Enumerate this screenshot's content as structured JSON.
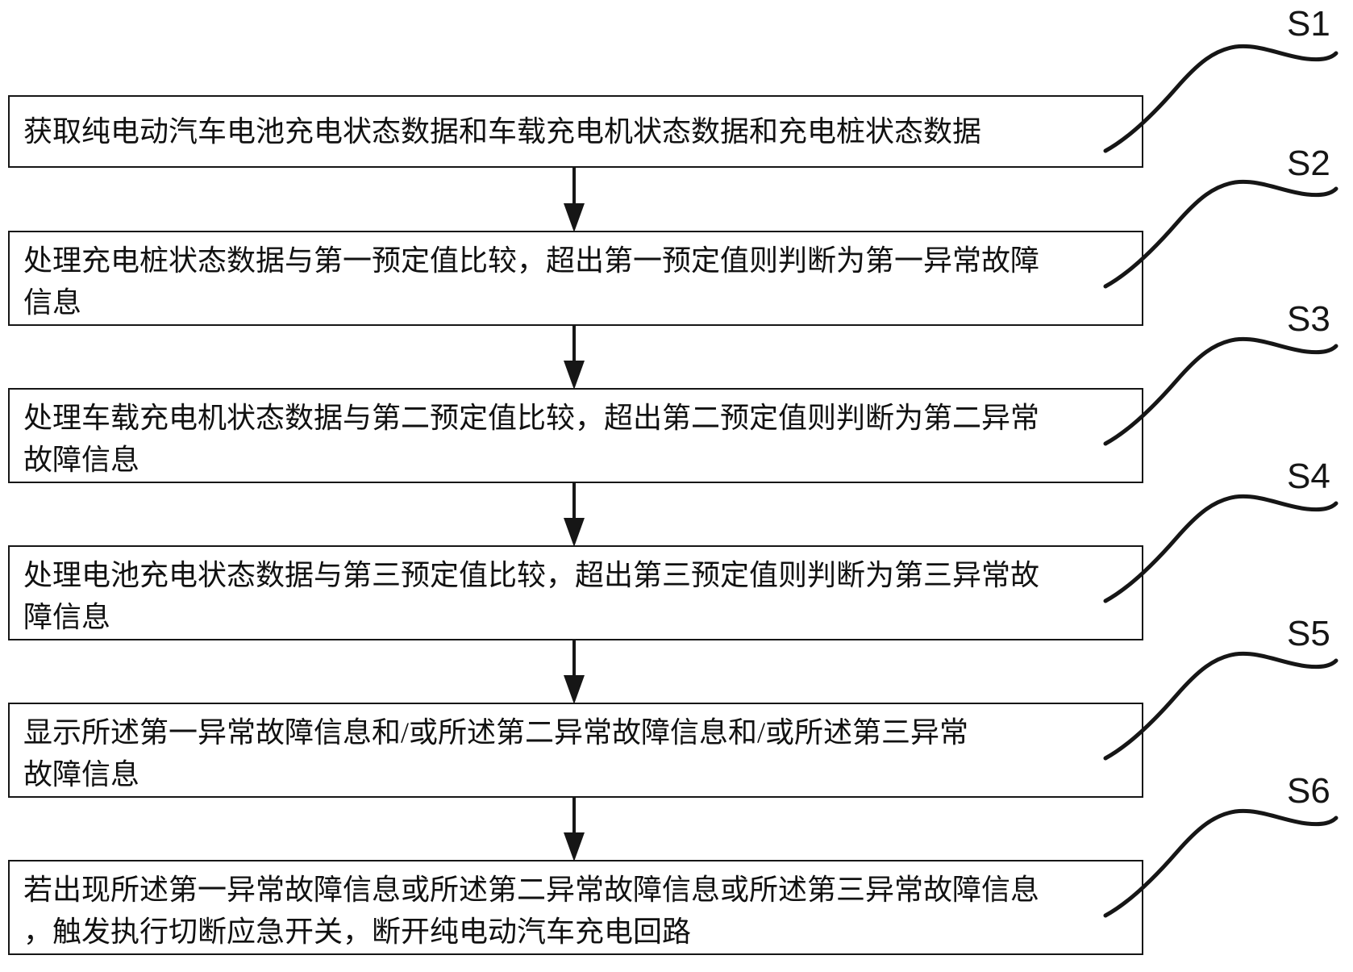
{
  "colors": {
    "background": "#ffffff",
    "line": "#161616",
    "text": "#111111"
  },
  "diagram_type": "flowchart",
  "steps": [
    {
      "label": "S1",
      "lines": [
        "获取纯电动汽车电池充电状态数据和车载充电机状态数据和充电桩状态数据"
      ]
    },
    {
      "label": "S2",
      "lines": [
        "处理充电桩状态数据与第一预定值比较，超出第一预定值则判断为第一异常故障",
        "信息"
      ]
    },
    {
      "label": "S3",
      "lines": [
        "处理车载充电机状态数据与第二预定值比较，超出第二预定值则判断为第二异常",
        "故障信息"
      ]
    },
    {
      "label": "S4",
      "lines": [
        "处理电池充电状态数据与第三预定值比较，超出第三预定值则判断为第三异常故",
        "障信息"
      ]
    },
    {
      "label": "S5",
      "lines": [
        "显示所述第一异常故障信息和/或所述第二异常故障信息和/或所述第三异常",
        "故障信息"
      ]
    },
    {
      "label": "S6",
      "lines": [
        "若出现所述第一异常故障信息或所述第二异常故障信息或所述第三异常故障信息",
        "，触发执行切断应急开关，断开纯电动汽车充电回路"
      ]
    }
  ]
}
